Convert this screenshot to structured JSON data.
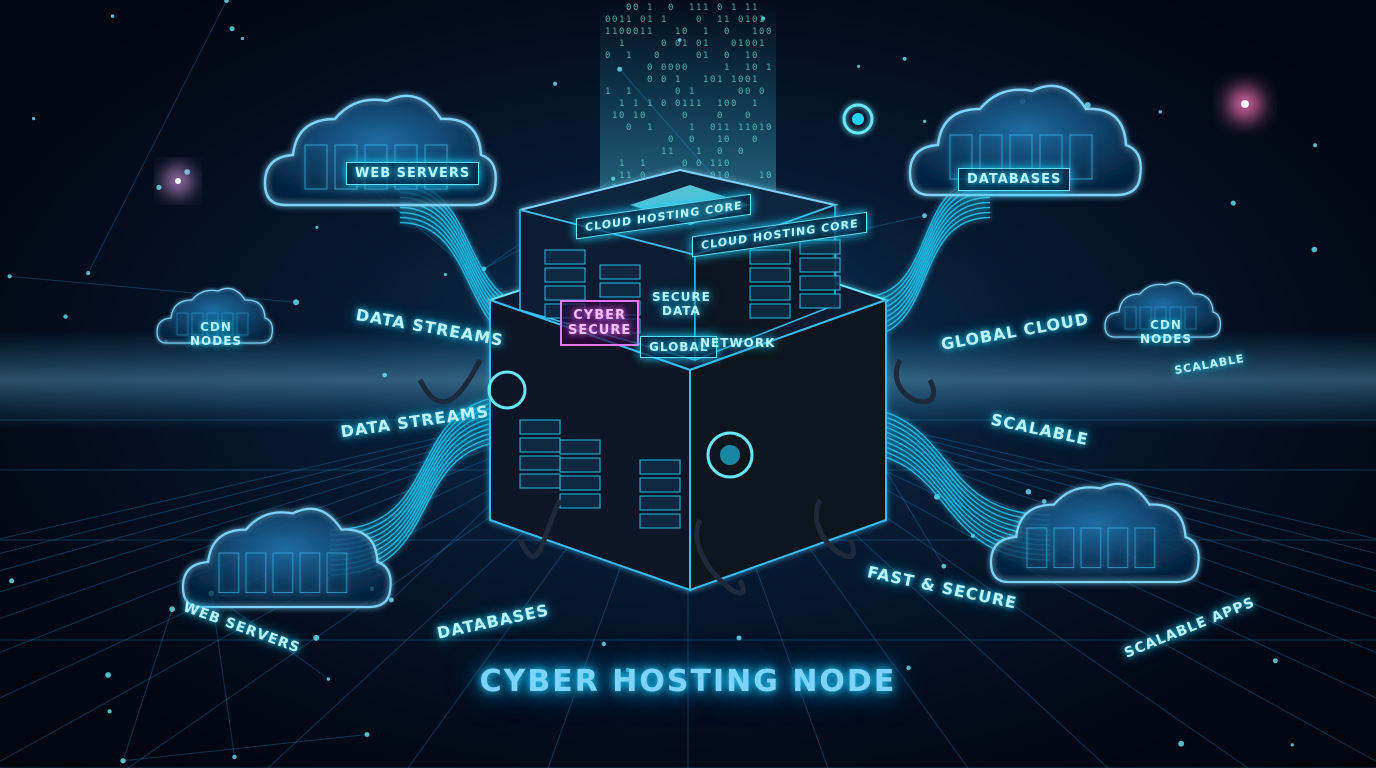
{
  "title": "CYBER HOSTING NODE",
  "core": {
    "top_left": "CLOUD HOSTING CORE",
    "top_right": "CLOUD HOSTING CORE",
    "chip": "CYBER\nSECURE",
    "secure": "SECURE\nDATA",
    "global": "GLOBAL",
    "network": "NETWORK"
  },
  "clouds": {
    "top_left": "WEB SERVERS",
    "top_right": "DATABASES",
    "mid_left": "CDN\nNODES",
    "mid_right": "CDN\nNODES"
  },
  "labels": {
    "data_streams_1": "DATA STREAMS",
    "data_streams_2": "DATA STREAMS",
    "global_cloud": "GLOBAL CLOUD",
    "scalable_1": "SCALABLE",
    "scalable_2": "SCALABLE",
    "databases": "DATABASES",
    "web_servers": "WEB SERVERS",
    "fast_secure": "FAST & SECURE",
    "scalable_apps": "SCALABLE APPS"
  },
  "colors": {
    "cyan": "#22d3ff",
    "magenta": "#e879f9",
    "background": "#020612"
  }
}
